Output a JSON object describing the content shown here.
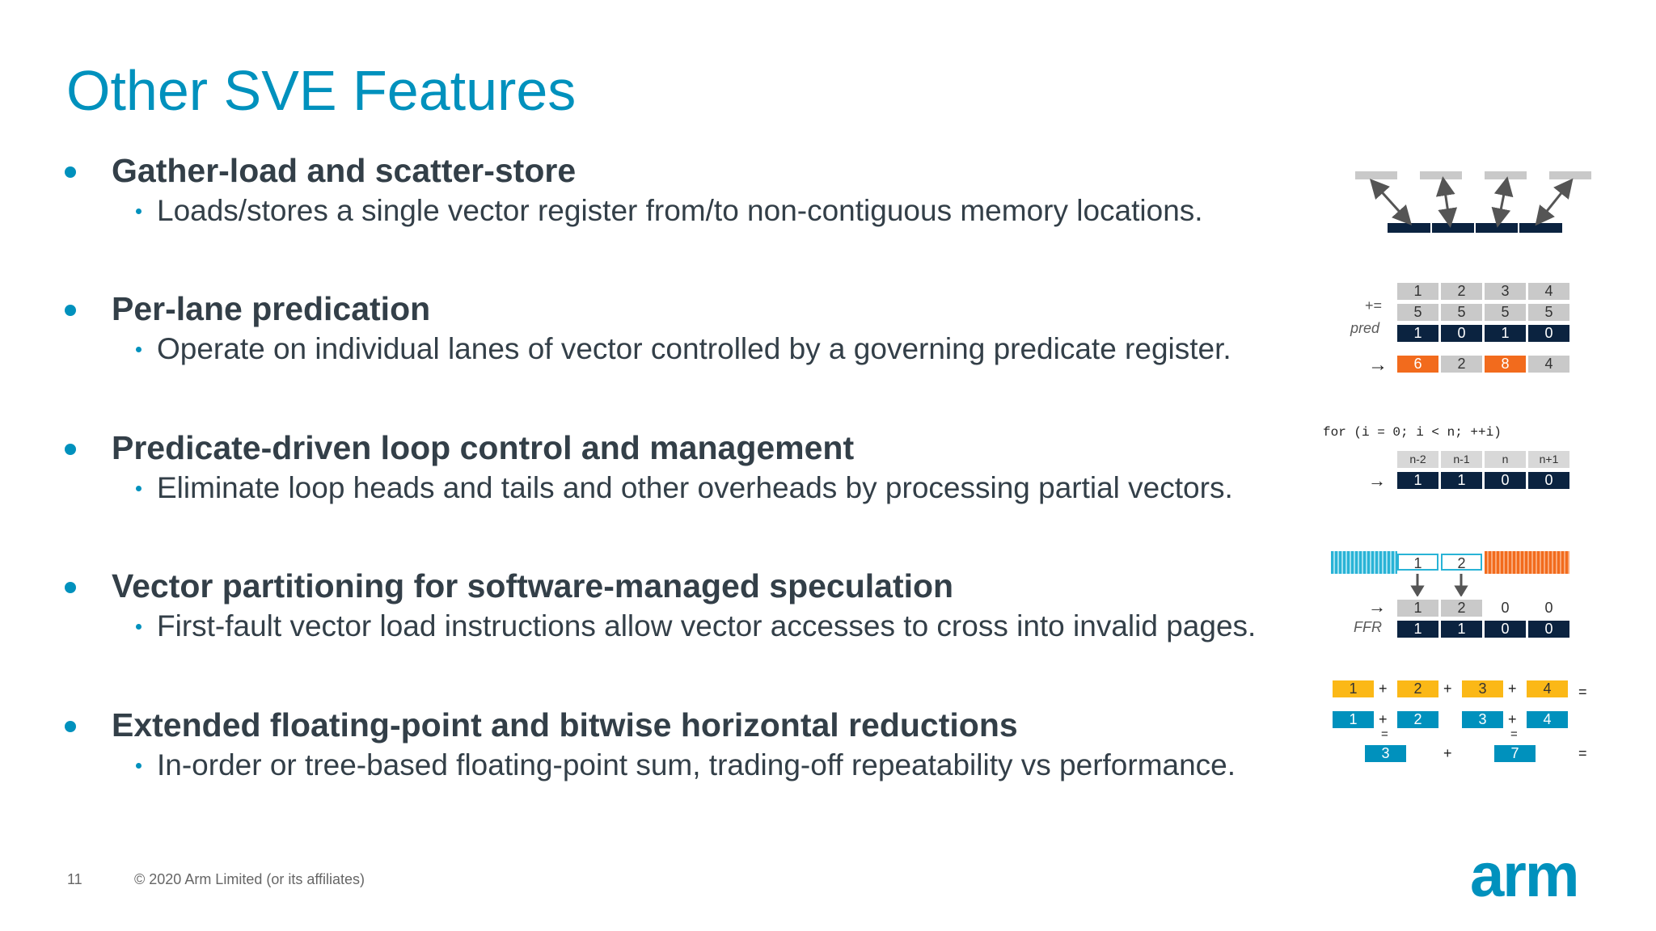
{
  "slide": {
    "title": "Other SVE Features",
    "page_number": "11",
    "copyright": "© 2020 Arm Limited (or its affiliates)",
    "logo_text": "arm"
  },
  "bullets": [
    {
      "heading": "Gather-load and scatter-store",
      "detail": "Loads/stores a single vector register from/to non-contiguous memory locations."
    },
    {
      "heading": "Per-lane predication",
      "detail": "Operate on individual lanes of vector controlled by a governing predicate register."
    },
    {
      "heading": "Predicate-driven loop control and management",
      "detail": "Eliminate loop heads and tails and other overheads by processing partial vectors."
    },
    {
      "heading": "Vector partitioning for software-managed speculation",
      "detail": "First-fault vector load instructions allow vector accesses to cross into invalid pages."
    },
    {
      "heading": "Extended floating-point and bitwise horizontal reductions",
      "detail": "In-order or tree-based floating-point sum, trading-off repeatability vs performance."
    }
  ],
  "diagrams": {
    "predication": {
      "row1": [
        "1",
        "2",
        "3",
        "4"
      ],
      "row2": [
        "5",
        "5",
        "5",
        "5"
      ],
      "row3": [
        "1",
        "0",
        "1",
        "0"
      ],
      "row4": [
        "6",
        "2",
        "8",
        "4"
      ],
      "op_label": "+=",
      "pred_label": "pred",
      "arrow": "→"
    },
    "loop": {
      "code": "for (i = 0; i < n; ++i)",
      "headers": [
        "n-2",
        "n-1",
        "n",
        "n+1"
      ],
      "values": [
        "1",
        "1",
        "0",
        "0"
      ],
      "arrow": "→"
    },
    "firstfault": {
      "loaded": [
        "1",
        "2"
      ],
      "row1": [
        "1",
        "2",
        "0",
        "0"
      ],
      "row2": [
        "1",
        "1",
        "0",
        "0"
      ],
      "ffr_label": "FFR",
      "arrow": "→"
    },
    "reduction": {
      "row1": [
        "1",
        "2",
        "3",
        "4"
      ],
      "row2": [
        "1",
        "2",
        "3",
        "4"
      ],
      "results": [
        "3",
        "7"
      ],
      "plus": "+",
      "equals": "="
    },
    "colors": {
      "blue": "#0091bd",
      "dark": "#0b2340",
      "grey": "#c9c9c9",
      "orange": "#f26b1d",
      "yellow": "#fbb817",
      "cyan": "#29b3d6"
    }
  }
}
